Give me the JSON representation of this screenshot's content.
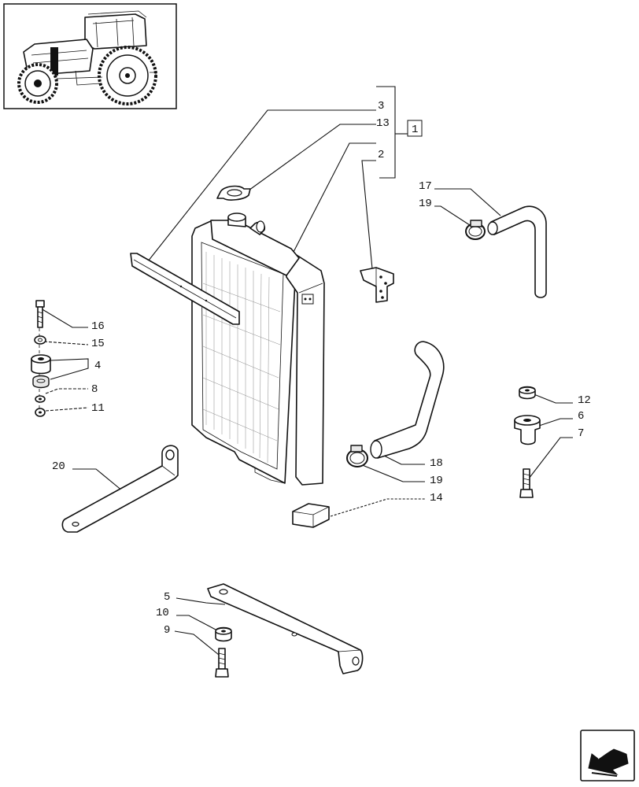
{
  "callouts": {
    "c3": "3",
    "c13": "13",
    "c1": "1",
    "c2": "2",
    "c17": "17",
    "c19a": "19",
    "c16": "16",
    "c15": "15",
    "c4": "4",
    "c8": "8",
    "c11": "11",
    "c12": "12",
    "c6": "6",
    "c7": "7",
    "c18": "18",
    "c19b": "19",
    "c14": "14",
    "c20": "20",
    "c5": "5",
    "c10": "10",
    "c9": "9"
  },
  "icons": {
    "tractor": "tractor-thumbnail-icon",
    "nav": "next-page-arrow-icon"
  }
}
